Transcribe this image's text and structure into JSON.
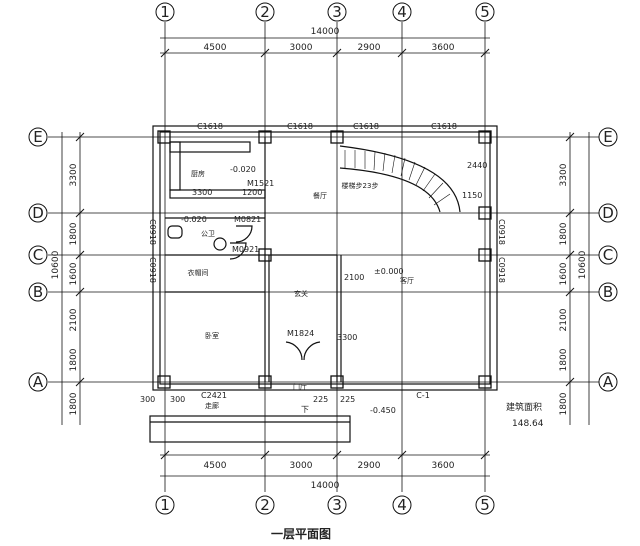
{
  "title": "一层平面图",
  "axes": {
    "vertical": [
      "1",
      "2",
      "3",
      "4",
      "5"
    ],
    "horizontal": [
      "A",
      "B",
      "C",
      "D",
      "E"
    ]
  },
  "dimensions": {
    "top_total": "14000",
    "top_segments": [
      "4500",
      "3000",
      "2900",
      "3600"
    ],
    "bottom_total": "14000",
    "bottom_segments": [
      "4500",
      "3000",
      "2900",
      "3600"
    ],
    "left_total": "10600",
    "left_segments": [
      "3300",
      "1800",
      "1600",
      "2100",
      "1800"
    ],
    "left_extra": "1800",
    "right_total": "10600",
    "right_segments": [
      "3300",
      "1800",
      "1600",
      "2100",
      "1800"
    ],
    "right_extra": "1800"
  },
  "rooms": {
    "kitchen": "厨房",
    "dining": "餐厅",
    "stair": "楼梯步23步",
    "bathroom": "公卫",
    "cloakroom": "衣帽间",
    "hall": "玄关",
    "living": "客厅",
    "bedroom": "卧室",
    "entry": "门厅",
    "porch": "走廊"
  },
  "windows": {
    "top1": "C1618",
    "top2": "C1618",
    "top3": "C1618",
    "top4": "C1618",
    "left1": "C0918",
    "left2": "C0918",
    "right1": "C0918",
    "right2": "C0918",
    "bottom1": "C2421",
    "bottom2": "C-1"
  },
  "doors": {
    "m1521": "M1521",
    "m0821": "M0821",
    "m0921": "M0921",
    "m1824": "M1824"
  },
  "levels": {
    "kitchen": "-0.020",
    "bath": "-0.020",
    "living": "±0.000",
    "outdoor": "-0.450"
  },
  "labels": {
    "dim3300": "3300",
    "dim1200": "1200",
    "dim2440": "2440",
    "dim1150": "1150",
    "dim2100": "2100",
    "dim3300b": "3300",
    "dim300a": "300",
    "dim300b": "300",
    "dim225a": "225",
    "dim225b": "225",
    "down": "下",
    "area_label": "建筑面积",
    "area_value": "148.64"
  }
}
